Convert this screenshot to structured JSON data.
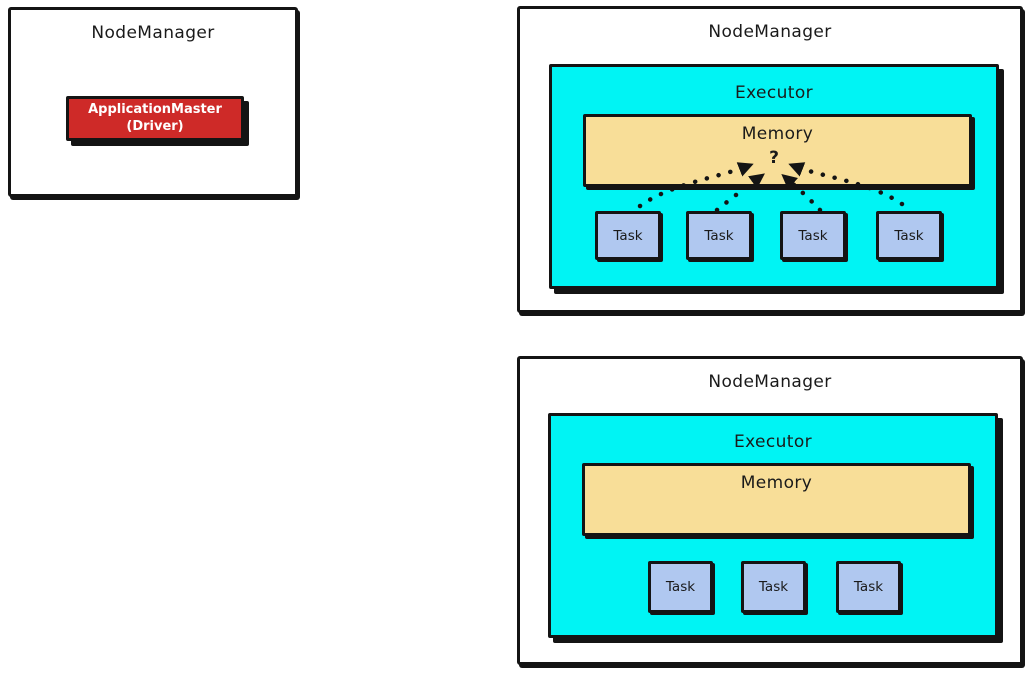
{
  "colors": {
    "node_bg": "#ffffff",
    "border": "#141414",
    "executor_bg": "#00f4f4",
    "memory_bg": "#f8de98",
    "task_bg": "#b0c8f0",
    "driver_bg": "#ce2a28",
    "driver_text": "#ffffff",
    "arrow": "#141414"
  },
  "panels": {
    "driver_node": {
      "title": "NodeManager",
      "app_master": {
        "line1": "ApplicationMaster",
        "line2": "(Driver)"
      }
    },
    "executor_node_top": {
      "title": "NodeManager",
      "executor_label": "Executor",
      "memory_label": "Memory",
      "question_mark": "?",
      "tasks": [
        "Task",
        "Task",
        "Task",
        "Task"
      ]
    },
    "executor_node_bottom": {
      "title": "NodeManager",
      "executor_label": "Executor",
      "memory_label": "Memory",
      "tasks": [
        "Task",
        "Task",
        "Task"
      ]
    }
  }
}
